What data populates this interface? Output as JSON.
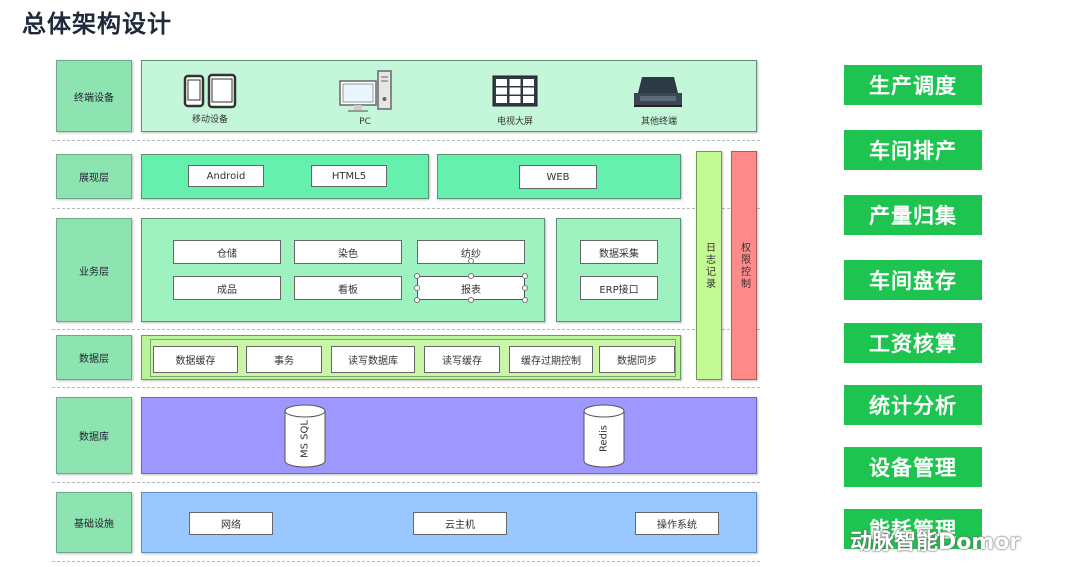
{
  "title": "总体架构设计",
  "layers": {
    "terminal": "终端设备",
    "presentation": "展现层",
    "business": "业务层",
    "data": "数据层",
    "database": "数据库",
    "infrastructure": "基础设施"
  },
  "devices": {
    "mobile": "移动设备",
    "pc": "PC",
    "tv": "电视大屏",
    "other": "其他终端"
  },
  "presentation": {
    "android": "Android",
    "html5": "HTML5",
    "web": "WEB"
  },
  "business": {
    "warehouse": "仓储",
    "dyeing": "染色",
    "spinning": "纺纱",
    "finished": "成品",
    "kanban": "看板",
    "report": "报表",
    "data_collect": "数据采集",
    "erp": "ERP接口"
  },
  "data_layer": [
    "数据缓存",
    "事务",
    "读写数据库",
    "读写缓存",
    "缓存过期控制",
    "数据同步"
  ],
  "side": {
    "log": "日志记录",
    "permission": "权限控制"
  },
  "databases": {
    "mssql": "MS SQL",
    "redis": "Redis"
  },
  "infrastructure": {
    "network": "网络",
    "cloud": "云主机",
    "os": "操作系统"
  },
  "right_menu": [
    "生产调度",
    "车间排产",
    "产量归集",
    "车间盘存",
    "工资核算",
    "统计分析",
    "设备管理",
    "能耗管理"
  ],
  "watermark": "动脉智能Domor",
  "colors": {
    "accent_green": "#1ec450",
    "layer_green": "#8ee4b0",
    "database_purple": "#9d97ff",
    "infra_blue": "#98c8ff",
    "log_lime": "#b8f59a",
    "permission_red": "#ff8a8a"
  }
}
